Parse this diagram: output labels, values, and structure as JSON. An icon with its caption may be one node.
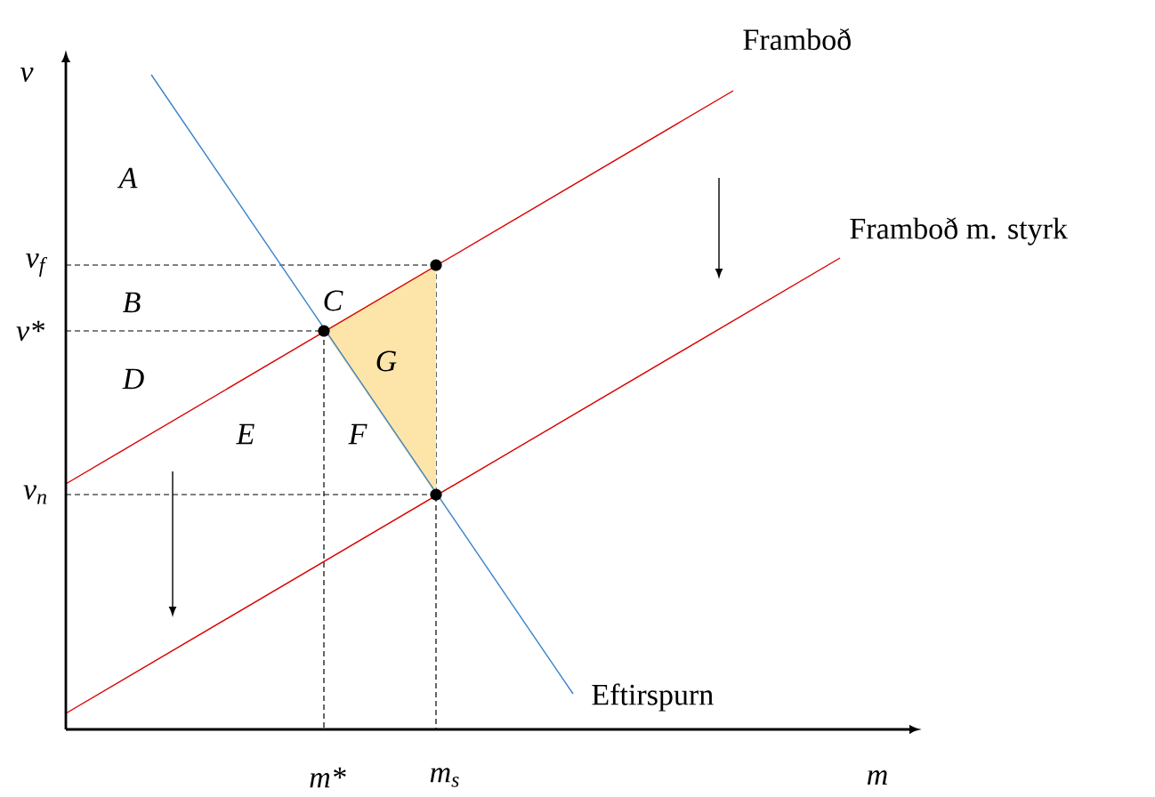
{
  "diagram": {
    "labels": [
      "v",
      "Framboð",
      "A",
      "v$_{f}$",
      "Framboð m. styrk",
      "B",
      "C",
      "v*",
      "G",
      "D",
      "E",
      "F",
      "v$_{n}$",
      "Eftirspurn",
      "m*",
      "m$_{s}$",
      "m"
    ]
  }
}
